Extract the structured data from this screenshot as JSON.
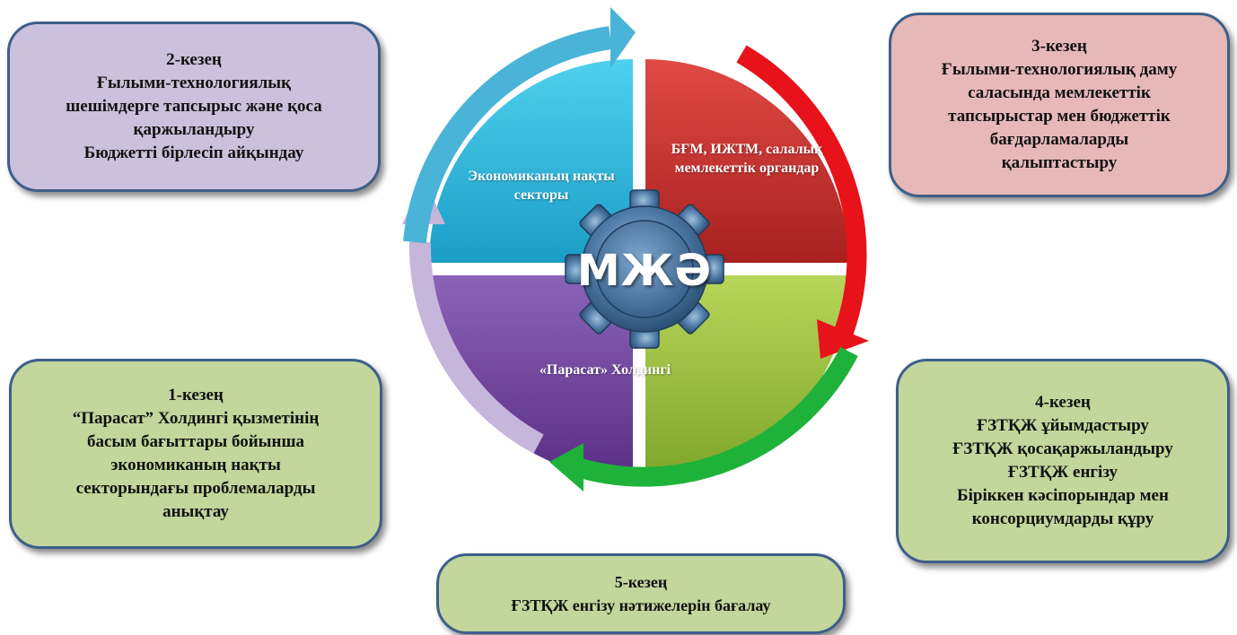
{
  "center": {
    "label": "МЖӘ"
  },
  "quadrants": {
    "top_left": {
      "label_lines": [
        "Экономиканың",
        "нақты секторы"
      ],
      "color": "#2ab3d6"
    },
    "top_right": {
      "label_lines": [
        "БҒМ, ИЖТМ, салалық",
        "мемлекеттік органдар"
      ],
      "color": "#c0302c"
    },
    "bottom_left": {
      "label": "«Парасат» Холдингі",
      "color": "#6a3f96"
    },
    "bottom_right": {
      "color": "#9bc13c"
    }
  },
  "stages": {
    "stage1": {
      "title": "1-кезең",
      "lines": [
        "“Парасат” Холдингі қызметінің",
        "басым бағыттары бойынша",
        "экономиканың нақты",
        "секторындағы проблемаларды",
        "анықтау"
      ],
      "color": "#c3d69b"
    },
    "stage2": {
      "title": "2-кезең",
      "lines": [
        "Ғылыми-технологиялық",
        "шешімдерге тапсырыс және қоса",
        "қаржыландыру",
        "Бюджетті бірлесіп айқындау"
      ],
      "color": "#cbc1dc"
    },
    "stage3": {
      "title": "3-кезең",
      "lines": [
        "Ғылыми-технологиялық даму",
        "саласында мемлекеттік",
        "тапсырыстар мен бюджеттік",
        "бағдарламаларды",
        "қалыптастыру"
      ],
      "color": "#e7b8b8"
    },
    "stage4": {
      "title": "4-кезең",
      "lines": [
        "ҒЗТҚЖ ұйымдастыру",
        "ҒЗТҚЖ қосақаржыландыру",
        "ҒЗТҚЖ енгізу",
        "Біріккен кәсіпорындар мен",
        "консорциумдарды құру"
      ],
      "color": "#c3d69b"
    },
    "stage5": {
      "title": "5-кезең",
      "lines": [
        "ҒЗТҚЖ енгізу нәтижелерін бағалау"
      ],
      "color": "#c3d69b"
    }
  },
  "arrows": {
    "red": "#e8121a",
    "green": "#1fb23a",
    "blue": "#4ab4d8",
    "lavender": "#c6b6dc"
  }
}
